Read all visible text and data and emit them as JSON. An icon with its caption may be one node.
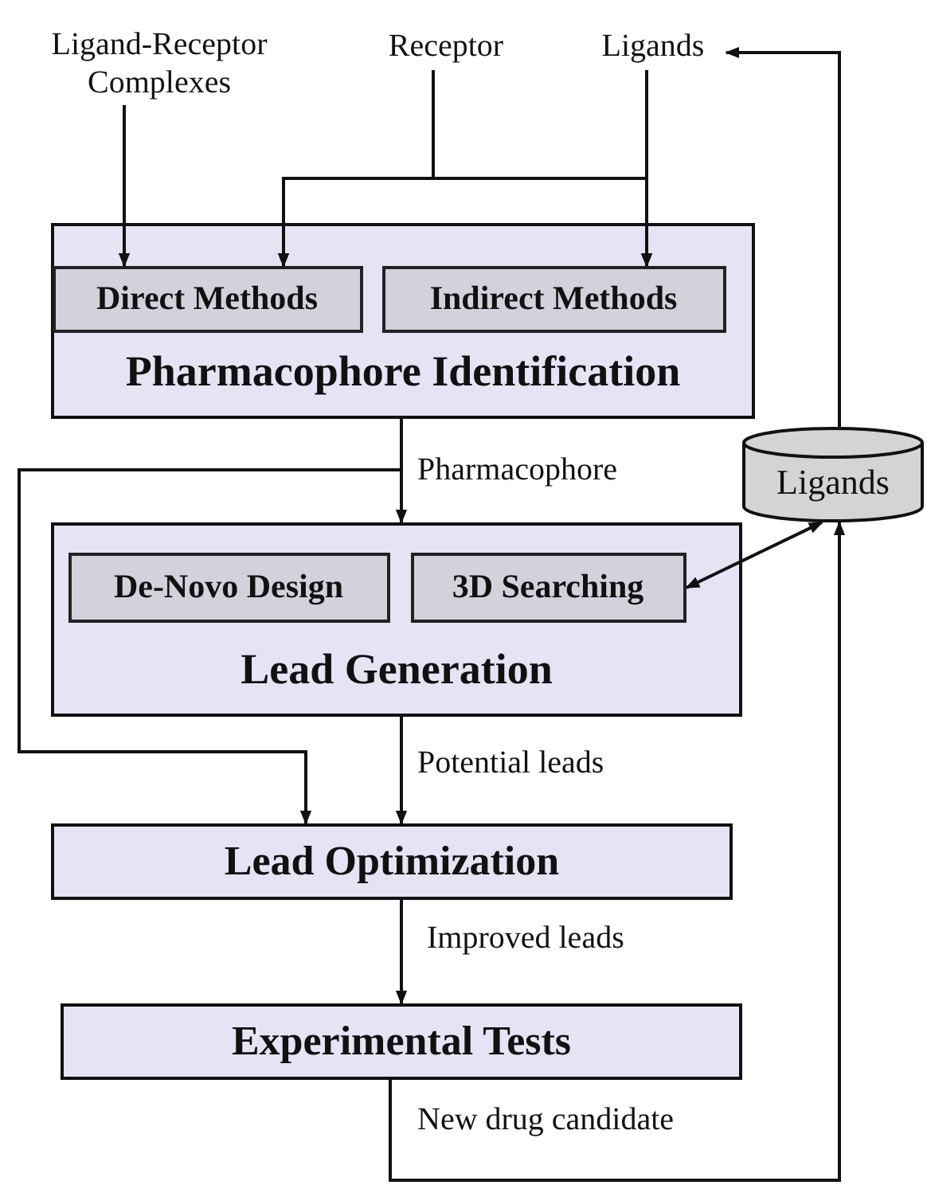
{
  "diagram": {
    "nodes": [
      {
        "text": [
          "Ligand-Receptor Complexes"
        ]
      },
      {
        "text": [
          "Receptor"
        ]
      },
      {
        "text": [
          "Ligands"
        ]
      },
      {
        "text": [
          "Pharmacophore Identification"
        ]
      },
      {
        "text": [
          "Direct Methods"
        ],
        "in": 3
      },
      {
        "text": [
          "Indirect Methods"
        ],
        "in": 3
      },
      {
        "text": [
          "Lead Generation"
        ]
      },
      {
        "text": [
          "De-Novo Design"
        ],
        "in": 6
      },
      {
        "text": [
          "3D Searching"
        ],
        "in": 6
      },
      {
        "text": [
          "Ligands"
        ]
      },
      {
        "text": [
          "Lead Optimization"
        ]
      },
      {
        "text": [
          "Experimental Tests"
        ]
      }
    ],
    "edges": [
      {
        "from": 0,
        "to": 4,
        "arrow": "to"
      },
      {
        "from": 1,
        "to": 4,
        "arrow": "to"
      },
      {
        "from": 1,
        "to": 5,
        "arrow": "to"
      },
      {
        "from": 2,
        "to": 4,
        "arrow": "to"
      },
      {
        "from": 2,
        "to": 5,
        "arrow": "to"
      },
      {
        "from": 3,
        "to": 6,
        "arrow": "to",
        "label": "Pharmacophore"
      },
      {
        "from": 3,
        "to": 10,
        "arrow": "to"
      },
      {
        "from": 6,
        "to": 10,
        "arrow": "to",
        "label": "Potential leads"
      },
      {
        "from": 10,
        "to": 11,
        "arrow": "to",
        "label": "Improved leads"
      },
      {
        "from": 11,
        "to": 9,
        "arrow": "to",
        "label": "New drug candidate"
      },
      {
        "from": 8,
        "to": 9,
        "arrow": "both"
      },
      {
        "from": 9,
        "to": 2,
        "arrow": "to"
      }
    ]
  }
}
